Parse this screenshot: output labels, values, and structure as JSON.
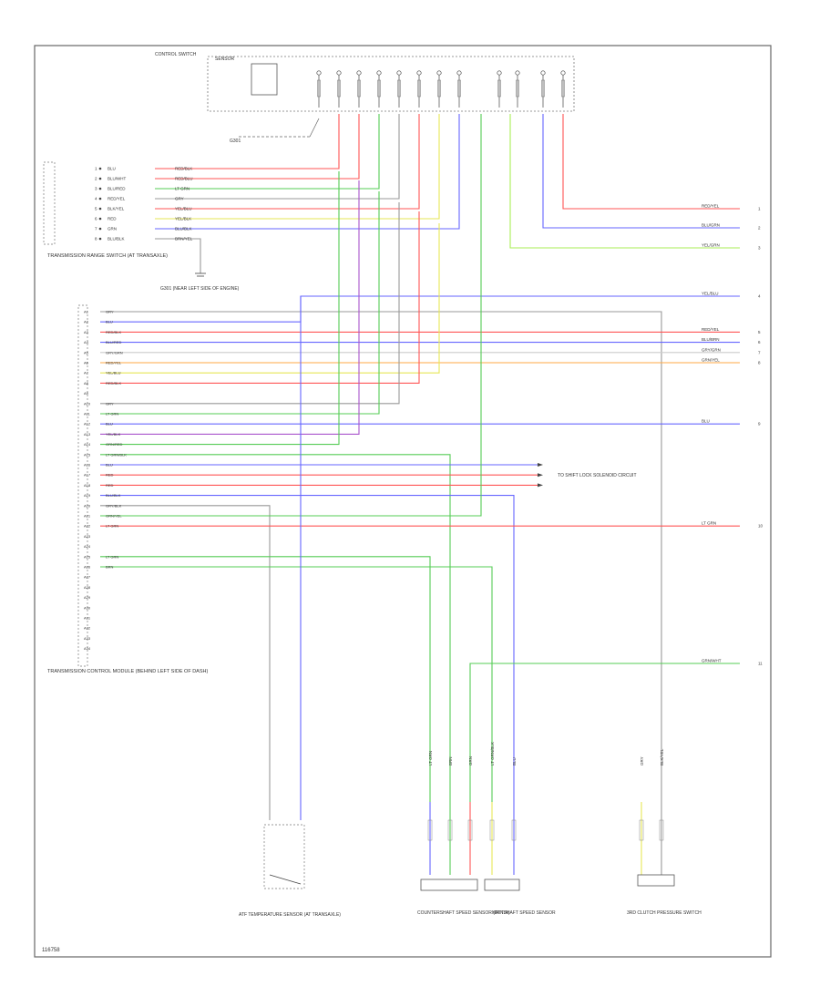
{
  "diagram": {
    "footer_code": "116758",
    "colors": {
      "red": "#ff5555",
      "blue": "#6666ff",
      "green": "#55cc55",
      "yellow": "#e6e655",
      "orange": "#ffaa44",
      "purple": "#aa55cc",
      "gray": "#999999",
      "frame": "#666666"
    },
    "top_connector": {
      "label_left": "CONTROL SWITCH",
      "label_right": "SENSOR",
      "ground_label": "G301"
    },
    "range_switch": {
      "label": "TRANSMISSION RANGE SWITCH (AT TRANSAXLE)",
      "ground_label": "G301 (NEAR LEFT SIDE OF ENGINE)",
      "pins": [
        {
          "pin": "1",
          "wire": "BLU",
          "out": "RED/BLK"
        },
        {
          "pin": "2",
          "wire": "BLU/WHT",
          "out": "RED/BLU"
        },
        {
          "pin": "3",
          "wire": "BLU/RED",
          "out": "LT GRN"
        },
        {
          "pin": "4",
          "wire": "RED/YEL",
          "out": "GRY"
        },
        {
          "pin": "5",
          "wire": "BLK/YEL",
          "out": "YEL/BLU"
        },
        {
          "pin": "6",
          "wire": "RED",
          "out": "YEL/BLK"
        },
        {
          "pin": "7",
          "wire": "GRN",
          "out": "BLU/BLK"
        },
        {
          "pin": "8",
          "wire": "BLU/BLK",
          "out": "BRN/YEL"
        }
      ]
    },
    "tcm": {
      "label": "TRANSMISSION CONTROL MODULE (BEHIND LEFT SIDE OF DASH)",
      "pins": [
        {
          "pin": "A1",
          "wire": "GRY"
        },
        {
          "pin": "A2",
          "wire": "BLU"
        },
        {
          "pin": "A3",
          "wire": "RED/BLK"
        },
        {
          "pin": "A4",
          "wire": "BLU/RED"
        },
        {
          "pin": "A5",
          "wire": "GRY/GRN"
        },
        {
          "pin": "A6",
          "wire": "RED/YEL"
        },
        {
          "pin": "A7",
          "wire": "YEL/BLU"
        },
        {
          "pin": "A8",
          "wire": "RED/BLK"
        },
        {
          "pin": "A9",
          "wire": ""
        },
        {
          "pin": "A10",
          "wire": "GRY"
        },
        {
          "pin": "A11",
          "wire": "LT GRN"
        },
        {
          "pin": "A12",
          "wire": "BLU"
        },
        {
          "pin": "A13",
          "wire": "YEL/BLK"
        },
        {
          "pin": "A14",
          "wire": "GRN/RED"
        },
        {
          "pin": "A15",
          "wire": "LT GRN/BLK"
        },
        {
          "pin": "A16",
          "wire": "BLU"
        },
        {
          "pin": "A17",
          "wire": "RED"
        },
        {
          "pin": "A18",
          "wire": "RED"
        },
        {
          "pin": "A19",
          "wire": "BLU/BLK"
        },
        {
          "pin": "A20",
          "wire": "GRY/BLK"
        },
        {
          "pin": "A21",
          "wire": "GRN/YEL"
        },
        {
          "pin": "A22",
          "wire": "LT GRN"
        },
        {
          "pin": "A23",
          "wire": ""
        },
        {
          "pin": "A24",
          "wire": ""
        },
        {
          "pin": "A25",
          "wire": "LT GRN"
        },
        {
          "pin": "A26",
          "wire": "BRN"
        },
        {
          "pin": "A27",
          "wire": ""
        },
        {
          "pin": "A28",
          "wire": ""
        },
        {
          "pin": "A29",
          "wire": ""
        },
        {
          "pin": "A30",
          "wire": ""
        },
        {
          "pin": "A31",
          "wire": ""
        },
        {
          "pin": "A32",
          "wire": ""
        },
        {
          "pin": "A33",
          "wire": ""
        },
        {
          "pin": "A34",
          "wire": ""
        }
      ]
    },
    "right_labels": [
      {
        "text": "RED/YEL",
        "n": "1"
      },
      {
        "text": "BLU/GRN",
        "n": "2"
      },
      {
        "text": "YEL/GRN",
        "n": "3"
      },
      {
        "text": "YEL/BLU",
        "n": "4"
      },
      {
        "text": "RED/YEL",
        "n": "5"
      },
      {
        "text": "BLU/BRN",
        "n": "6"
      },
      {
        "text": "GRY/GRN",
        "n": "7"
      },
      {
        "text": "GRN/YEL",
        "n": "8"
      },
      {
        "text": "BLU",
        "n": "9"
      },
      {
        "text": "LT GRN",
        "n": "10"
      },
      {
        "text": "GRN/WHT",
        "n": "11"
      }
    ],
    "shift_ctrl_label": "TO SHIFT LOCK SOLENOID CIRCUIT",
    "bottom_components": [
      {
        "label": "ATF TEMPERATURE SENSOR (AT TRANSAXLE)"
      },
      {
        "label": "COUNTERSHAFT SPEED SENSOR (AT T/A)"
      },
      {
        "label": "MAINSHAFT SPEED SENSOR"
      },
      {
        "label": "3RD CLUTCH PRESSURE SWITCH"
      }
    ],
    "sensor_wire_labels": [
      "LT GRN",
      "BRN",
      "GRN",
      "LT GRN/BLK",
      "BLU",
      "GRY",
      "BLK/YEL"
    ]
  }
}
